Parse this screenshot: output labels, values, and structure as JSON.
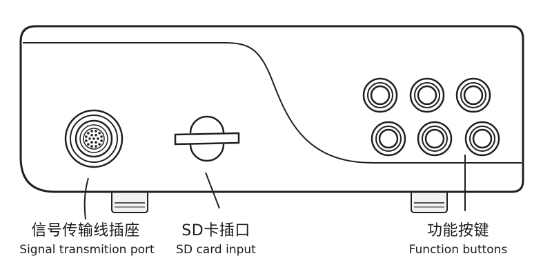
{
  "colors": {
    "outline": "#1f1f1f",
    "body_fill": "#ffffff",
    "foot_fill": "#f2f2f2",
    "button_fill": "#ffffff",
    "text": "#1a1a1a"
  },
  "callouts": {
    "signal_port": {
      "zh": "信号传输线插座",
      "en": "Signal transmition port"
    },
    "sd_card": {
      "zh": "SD卡插口",
      "en": "SD card input"
    },
    "function_buttons": {
      "zh": "功能按键",
      "en": "Function buttons"
    }
  },
  "device": {
    "function_button_count": 6,
    "port_pin_count": 19
  }
}
